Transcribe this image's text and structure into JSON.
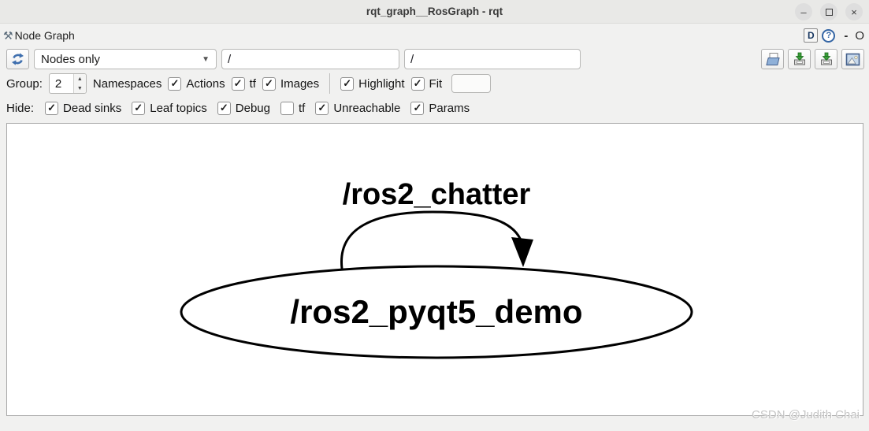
{
  "window": {
    "title": "rqt_graph__RosGraph - rqt",
    "controls": {
      "minimize_glyph": "–",
      "close_glyph": "×"
    }
  },
  "dock": {
    "title": "Node Graph",
    "buttons": {
      "d_label": "D",
      "help_glyph": "?",
      "minimize_glyph": "-",
      "float_glyph": "O"
    }
  },
  "toolbar": {
    "refresh_icon": "refresh-icon",
    "graph_type_value": "Nodes only",
    "node_filter_value": "/",
    "topic_filter_value": "/",
    "action_icons": [
      "open-dot-file-icon",
      "save-dot-icon",
      "save-svg-icon",
      "save-image-icon"
    ]
  },
  "options_row": {
    "group_label": "Group:",
    "group_value": "2",
    "namespaces_label": "Namespaces",
    "checkboxes": [
      {
        "label": "Actions",
        "checked": true
      },
      {
        "label": "tf",
        "checked": true
      },
      {
        "label": "Images",
        "checked": true
      },
      {
        "label": "Highlight",
        "checked": true
      },
      {
        "label": "Fit",
        "checked": true
      }
    ],
    "fit_field_value": ""
  },
  "hide_row": {
    "label": "Hide:",
    "checkboxes": [
      {
        "label": "Dead sinks",
        "checked": true
      },
      {
        "label": "Leaf topics",
        "checked": true
      },
      {
        "label": "Debug",
        "checked": true
      },
      {
        "label": "tf",
        "checked": false
      },
      {
        "label": "Unreachable",
        "checked": true
      },
      {
        "label": "Params",
        "checked": true
      }
    ]
  },
  "graph": {
    "node_label": "/ros2_pyqt5_demo",
    "edge_label": "/ros2_chatter",
    "nodes": [
      {
        "id": "/ros2_pyqt5_demo",
        "shape": "ellipse"
      }
    ],
    "edges": [
      {
        "from": "/ros2_pyqt5_demo",
        "to": "/ros2_pyqt5_demo",
        "label": "/ros2_chatter",
        "type": "self-loop"
      }
    ]
  },
  "watermark": "CSDN @Judith Chai",
  "colors": {
    "accent_blue": "#3465a4",
    "titlebar_bg": "#e9e9e7",
    "window_bg": "#f1f1f0",
    "canvas_bg": "#ffffff",
    "canvas_border": "#a8a8a8",
    "graph_stroke": "#000000"
  }
}
